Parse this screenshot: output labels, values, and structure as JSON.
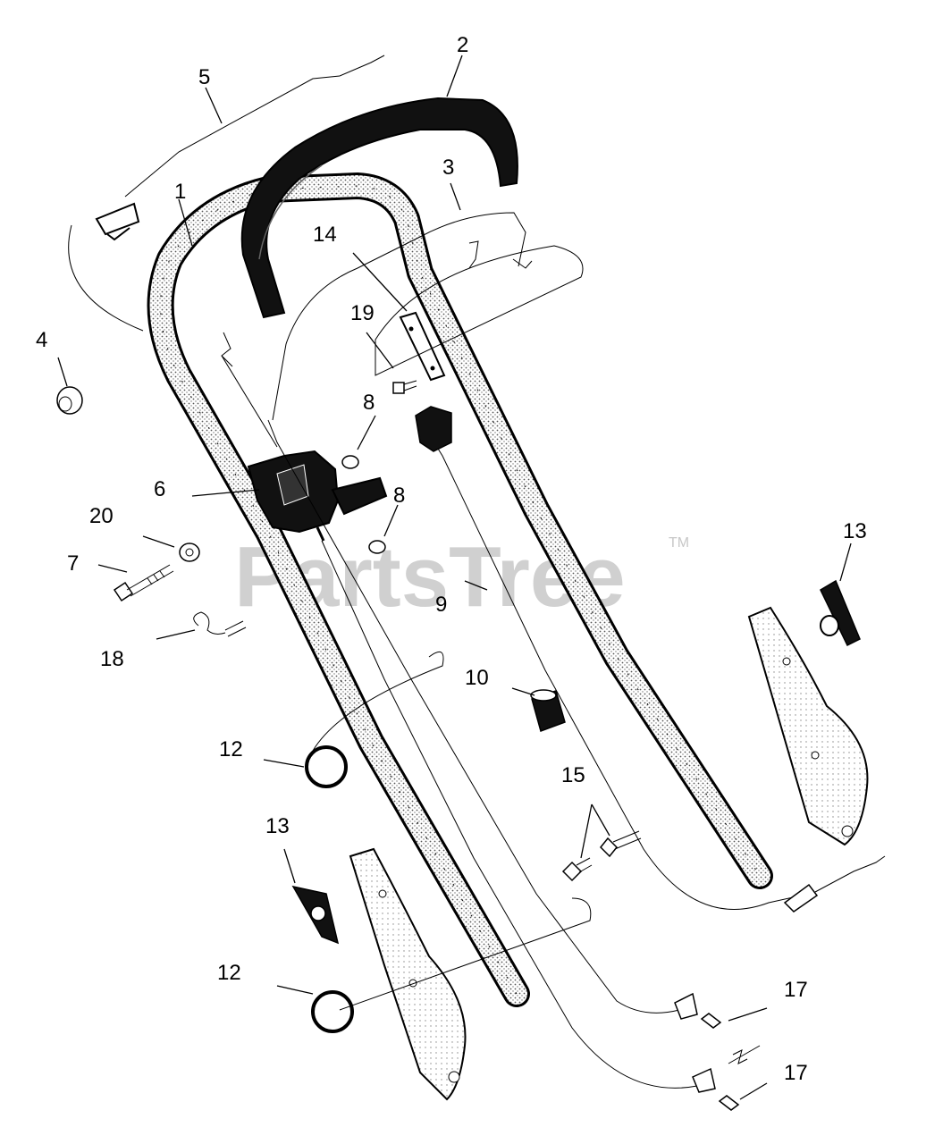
{
  "watermark": {
    "text": "PartsTree",
    "tm": "TM"
  },
  "callouts": {
    "c1": "1",
    "c2": "2",
    "c3": "3",
    "c4": "4",
    "c5": "5",
    "c6": "6",
    "c7": "7",
    "c8a": "8",
    "c8b": "8",
    "c9": "9",
    "c10": "10",
    "c12a": "12",
    "c12b": "12",
    "c13a": "13",
    "c13b": "13",
    "c14": "14",
    "c15": "15",
    "c17a": "17",
    "c17b": "17",
    "c18": "18",
    "c19": "19",
    "c20": "20"
  }
}
